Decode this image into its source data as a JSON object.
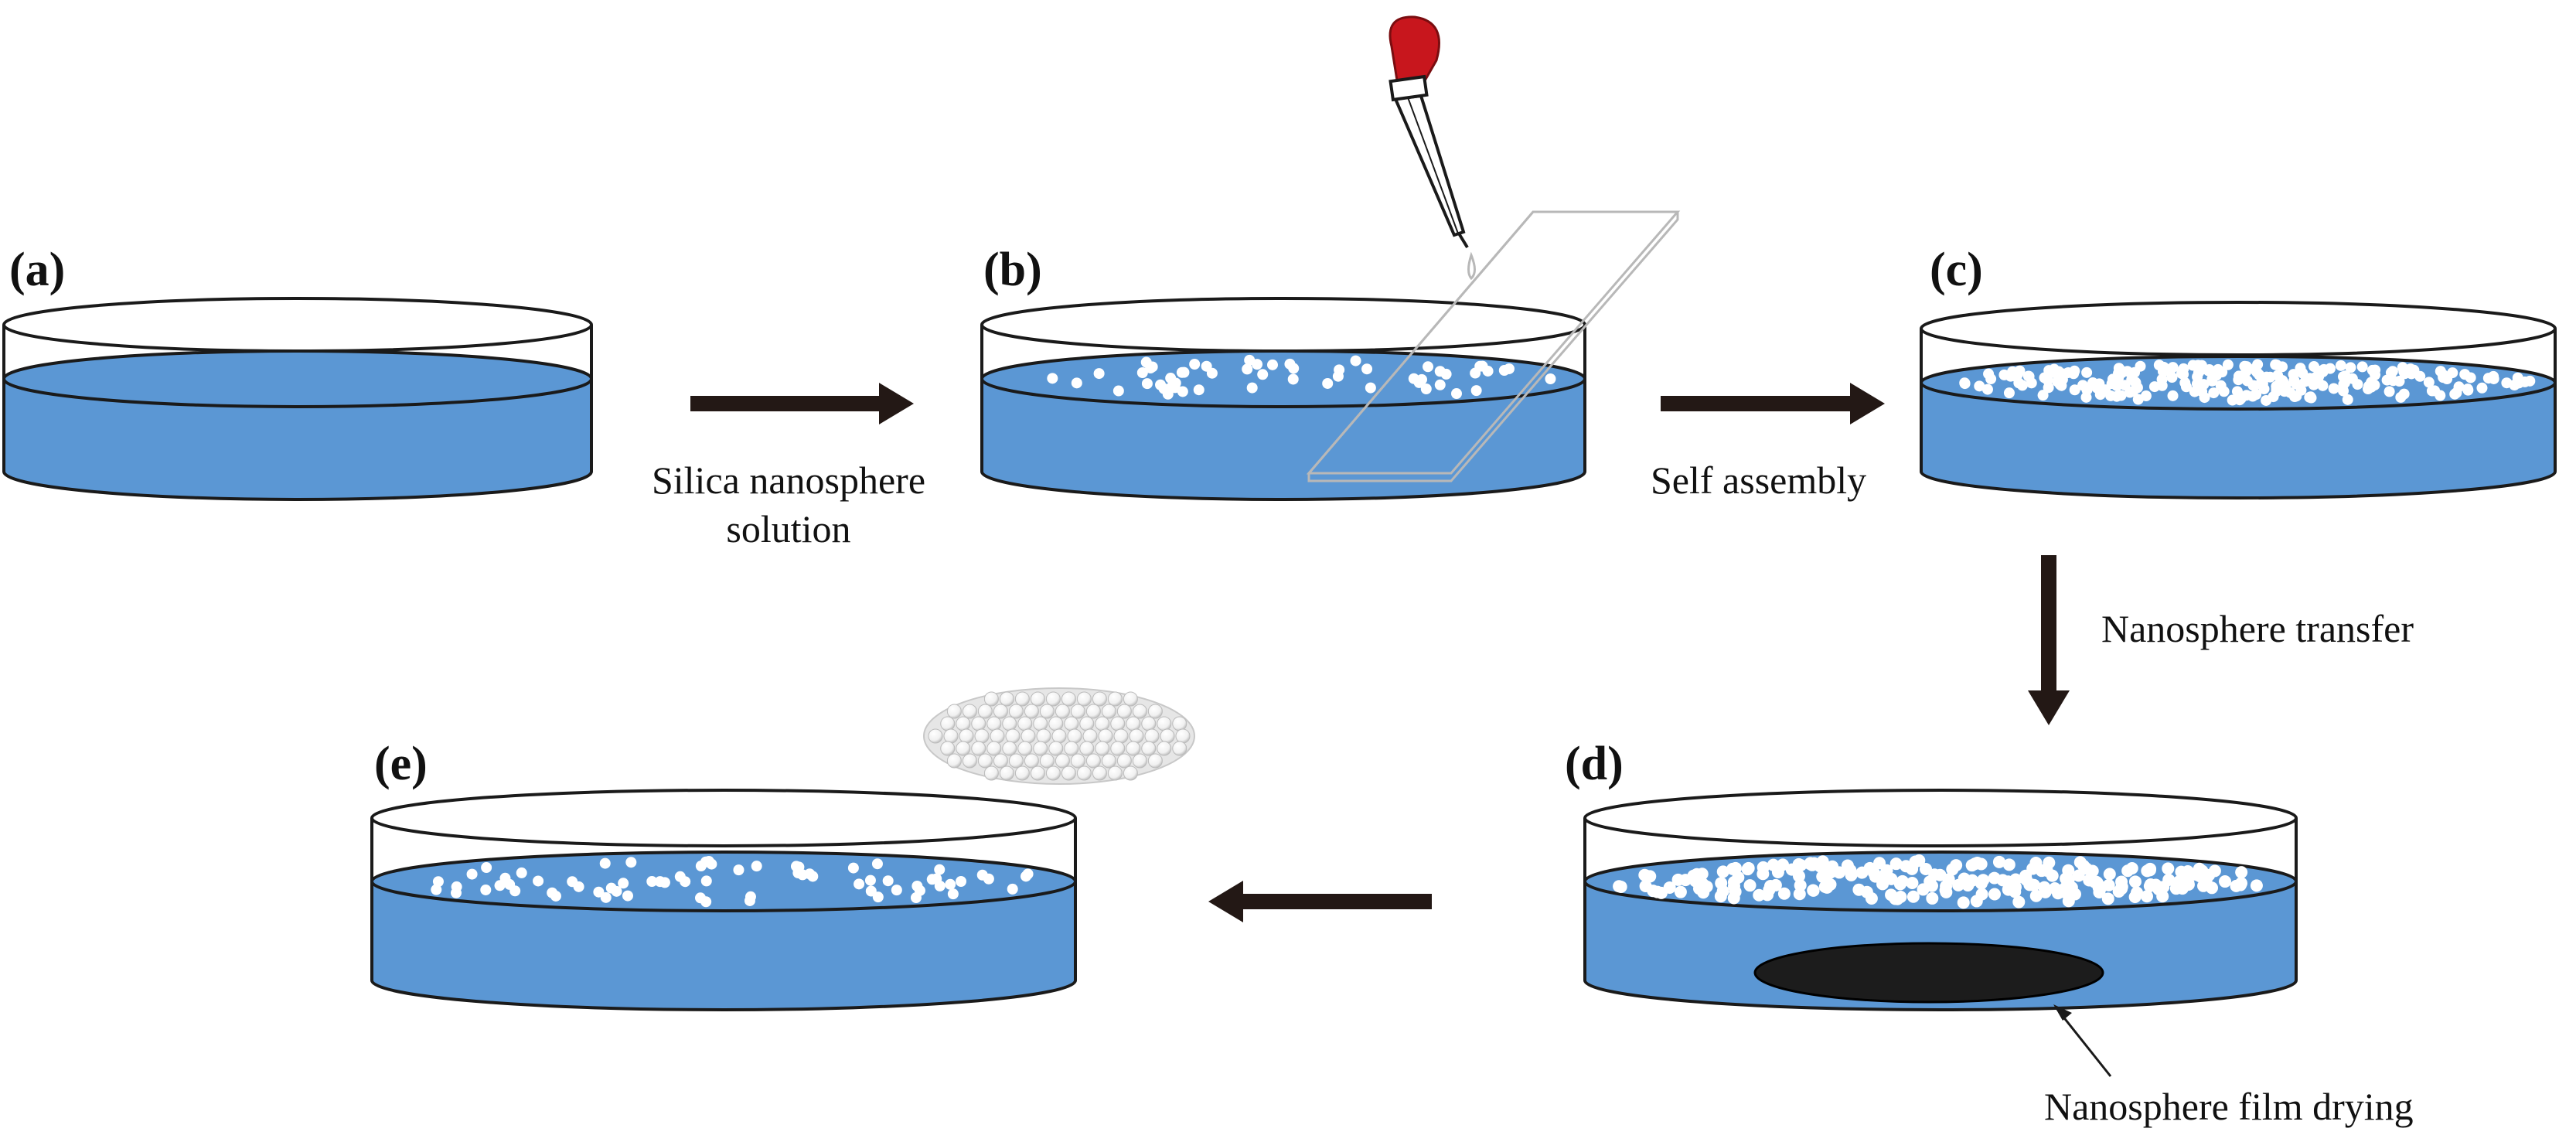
{
  "panels": {
    "a": {
      "label": "(a)"
    },
    "b": {
      "label": "(b)"
    },
    "c": {
      "label": "(c)"
    },
    "d": {
      "label": "(d)"
    },
    "e": {
      "label": "(e)"
    }
  },
  "steps": {
    "a_to_b": {
      "line1": "Silica nanosphere",
      "line2": "solution"
    },
    "b_to_c": {
      "text": "Self assembly"
    },
    "c_to_d": {
      "text": "Nanosphere transfer"
    },
    "d_to_e": {
      "text": ""
    }
  },
  "callouts": {
    "film": "Nanosphere film drying"
  },
  "colors": {
    "water": "#5b97d4",
    "outline": "#1a1a1a",
    "arrow": "#231815",
    "dropper_bulb": "#c8161d",
    "slide": "#b8b8b8",
    "film": "#1c1c1c",
    "sphere": "#ffffff"
  }
}
